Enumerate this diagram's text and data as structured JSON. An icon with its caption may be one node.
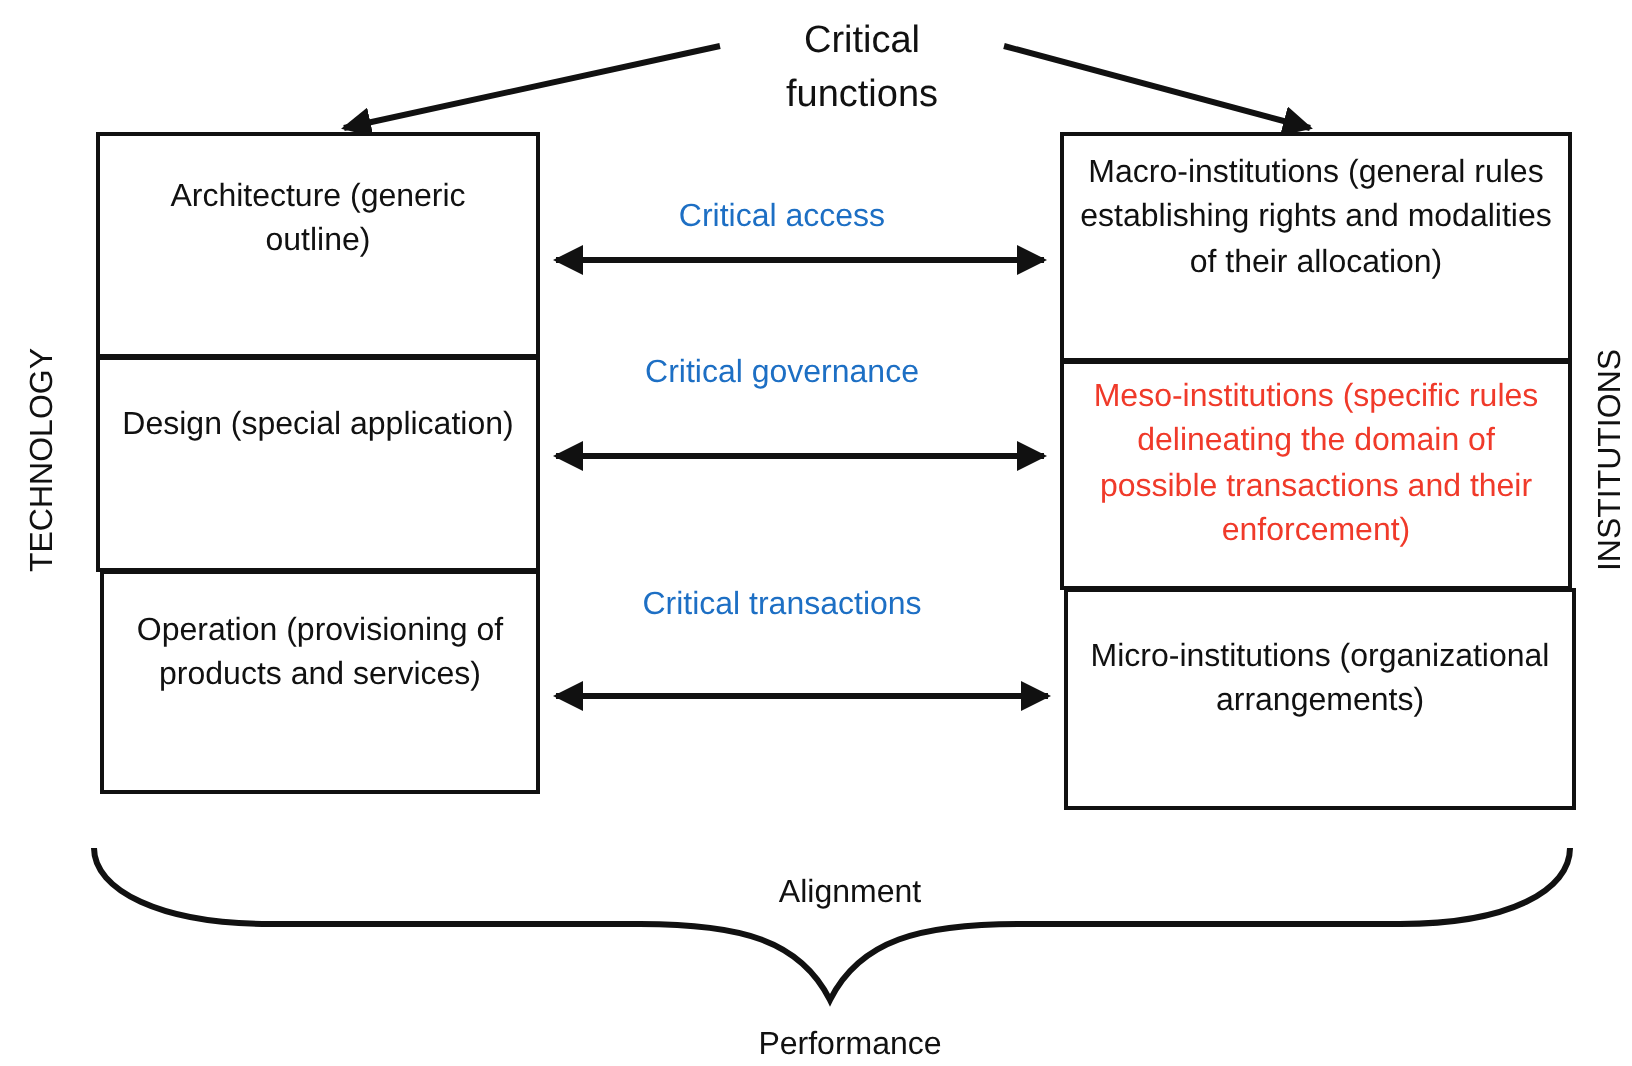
{
  "diagram": {
    "nodes": [
      {
        "text": [
          "Critical functions"
        ]
      },
      {
        "text": [
          "Architecture (generic outline)"
        ]
      },
      {
        "text": [
          "Design (special application)"
        ]
      },
      {
        "text": [
          "Operation (provisioning of products and services)"
        ]
      },
      {
        "text": [
          "Macro-institutions (general rules establishing rights and modalities of their allocation)"
        ]
      },
      {
        "text": [
          "Meso-institutions (specific rules delineating the domain of possible transactions and their enforcement)"
        ]
      },
      {
        "text": [
          "Micro-institutions (organizational arrangements)"
        ]
      }
    ],
    "edges": [
      {
        "from": 0,
        "to": 1,
        "arrow": "to"
      },
      {
        "from": 0,
        "to": 4,
        "arrow": "to"
      },
      {
        "from": 1,
        "to": 4,
        "arrow": "both",
        "label": "Critical access"
      },
      {
        "from": 2,
        "to": 5,
        "arrow": "both",
        "label": "Critical governance"
      },
      {
        "from": 3,
        "to": 6,
        "arrow": "both",
        "label": "Critical transactions"
      }
    ],
    "labels": [
      "TECHNOLOGY",
      "INSTITUTIONS",
      "Alignment",
      "Performance"
    ]
  }
}
